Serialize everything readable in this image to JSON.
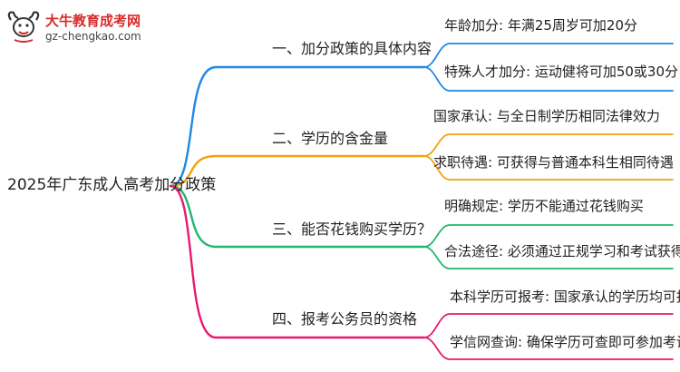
{
  "logo": {
    "name": "大牛教育成考网",
    "url": "gz-chengkao.com"
  },
  "root": "2025年广东成人高考加分政策",
  "branches": [
    {
      "label": "一、加分政策的具体内容",
      "color": "#1e88e5",
      "leaves": [
        "年龄加分: 年满25周岁可加20分",
        "特殊人才加分: 运动健将可加50或30分"
      ]
    },
    {
      "label": "二、学历的含金量",
      "color": "#f2a20d",
      "leaves": [
        "国家承认: 与全日制学历相同法律效力",
        "求职待遇: 可获得与普通本科生相同待遇"
      ]
    },
    {
      "label": "三、能否花钱购买学历？",
      "color": "#21b86f",
      "leaves": [
        "明确规定: 学历不能通过花钱购买",
        "合法途径: 必须通过正规学习和考试获得"
      ]
    },
    {
      "label": "四、报考公务员的资格",
      "color": "#e8196f",
      "leaves": [
        "本科学历可报考: 国家承认的学历均可报考",
        "学信网查询: 确保学历可查即可参加考试"
      ]
    }
  ]
}
